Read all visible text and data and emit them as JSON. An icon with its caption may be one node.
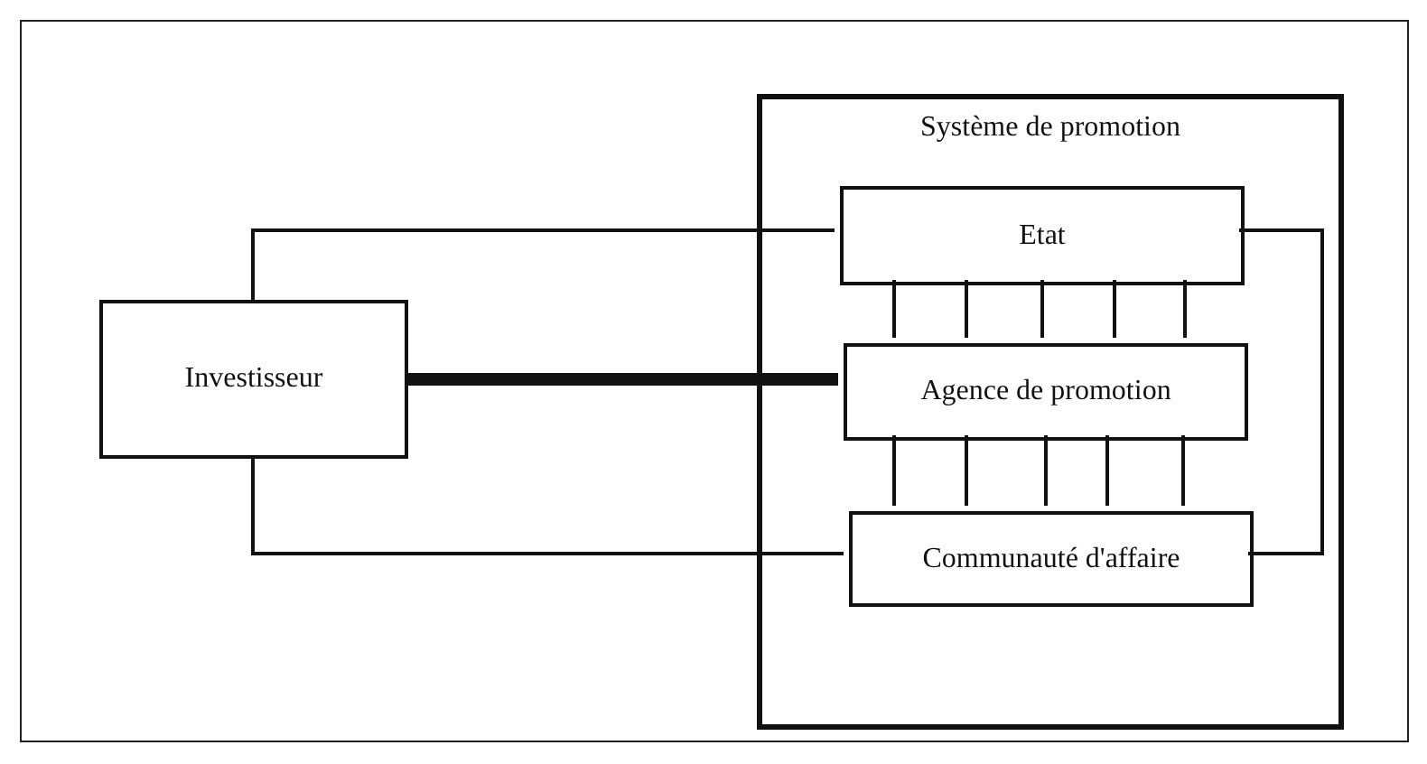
{
  "diagram": {
    "nodes": [
      {
        "text": [
          "Investisseur"
        ]
      },
      {
        "text": [
          "Système de promotion"
        ]
      },
      {
        "text": [
          "Etat"
        ],
        "in": 1
      },
      {
        "text": [
          "Agence de promotion"
        ],
        "in": 1
      },
      {
        "text": [
          "Communauté d'affaire"
        ],
        "in": 1
      }
    ],
    "edges": [
      {
        "from": 0,
        "to": 2,
        "arrow": "none"
      },
      {
        "from": 0,
        "to": 3,
        "arrow": "none",
        "style": "thick"
      },
      {
        "from": 0,
        "to": 4,
        "arrow": "none"
      },
      {
        "from": 2,
        "to": 4,
        "arrow": "none"
      },
      {
        "from": 2,
        "to": 3,
        "arrow": "none"
      },
      {
        "from": 2,
        "to": 3,
        "arrow": "none"
      },
      {
        "from": 2,
        "to": 3,
        "arrow": "none"
      },
      {
        "from": 2,
        "to": 3,
        "arrow": "none"
      },
      {
        "from": 2,
        "to": 3,
        "arrow": "none"
      },
      {
        "from": 3,
        "to": 4,
        "arrow": "none"
      },
      {
        "from": 3,
        "to": 4,
        "arrow": "none"
      },
      {
        "from": 3,
        "to": 4,
        "arrow": "none"
      },
      {
        "from": 3,
        "to": 4,
        "arrow": "none"
      },
      {
        "from": 3,
        "to": 4,
        "arrow": "none"
      }
    ]
  }
}
